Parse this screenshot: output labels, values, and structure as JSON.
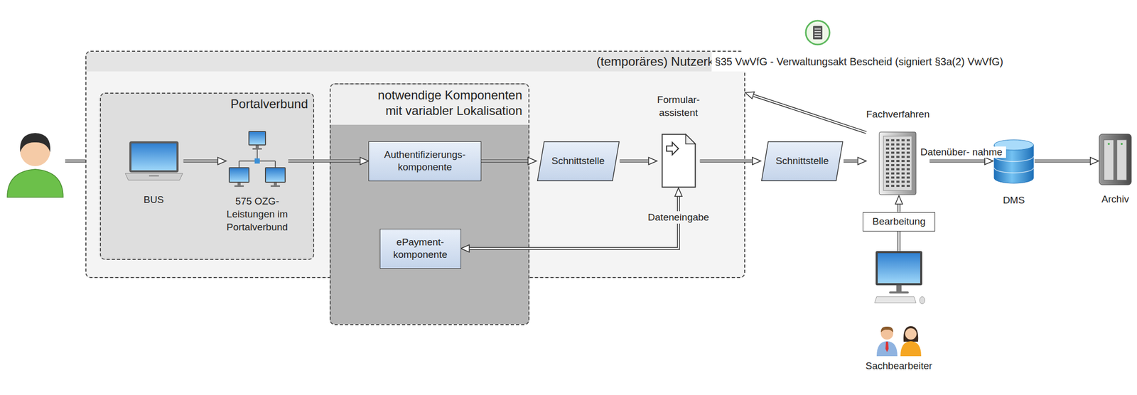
{
  "diagram": {
    "nodes": [
      {
        "text": [
          "(temporäres) Nutzerkonto"
        ]
      },
      {
        "text": [
          "Portalverbund"
        ],
        "in": 0
      },
      {
        "text": [
          "BUS"
        ],
        "in": 1
      },
      {
        "text": [
          "575 OZG- Leistungen im Portalverbund"
        ],
        "in": 1
      },
      {
        "text": [
          "notwendige Komponenten mit variabler Lokalisation"
        ]
      },
      {
        "text": [
          "Authentifizierungs- komponente"
        ],
        "in": 4
      },
      {
        "text": [
          "ePayment- komponente"
        ],
        "in": 4
      },
      {
        "text": [
          "Schnittstelle"
        ],
        "in": 0
      },
      {
        "text": [
          "Formular- assistent"
        ],
        "in": 0
      },
      {
        "text": [
          "Schnittstelle"
        ]
      },
      {
        "text": [
          "Fachverfahren"
        ]
      },
      {
        "text": [
          "Bearbeitung"
        ]
      },
      {
        "text": [
          "Sachbearbeiter"
        ]
      },
      {
        "text": [
          "DMS"
        ]
      },
      {
        "text": [
          "Archiv"
        ]
      }
    ],
    "edges": [
      {
        "from": 2,
        "to": 3,
        "arrow": "to"
      },
      {
        "from": 3,
        "to": 5,
        "arrow": "to"
      },
      {
        "from": 5,
        "to": 7,
        "arrow": "to"
      },
      {
        "from": 7,
        "to": 8,
        "arrow": "to"
      },
      {
        "from": 8,
        "to": 9,
        "arrow": "to"
      },
      {
        "from": 9,
        "to": 10,
        "arrow": "to"
      },
      {
        "from": 8,
        "to": 6,
        "arrow": "both",
        "label": "Dateneingabe"
      },
      {
        "from": 10,
        "to": 0,
        "arrow": "to",
        "label": "§35 VwVfG - Verwaltungsakt Bescheid (signiert §3a(2) VwVfG)"
      },
      {
        "from": 11,
        "to": 10,
        "arrow": "to"
      },
      {
        "from": 12,
        "to": 11,
        "arrow": "none"
      },
      {
        "from": 10,
        "to": 13,
        "arrow": "to",
        "label": "Datenüber- nahme"
      },
      {
        "from": 13,
        "to": 14,
        "arrow": "to"
      }
    ]
  }
}
